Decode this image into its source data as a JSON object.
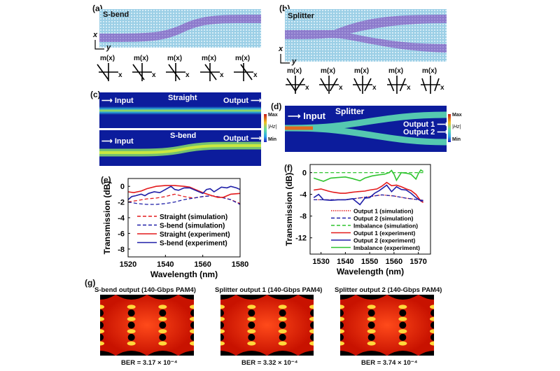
{
  "panels": {
    "a": {
      "label": "(a)",
      "title": "S-bend",
      "axis_x": "x",
      "axis_y": "y"
    },
    "b": {
      "label": "(b)",
      "title": "Splitter",
      "axis_x": "x",
      "axis_y": "y"
    },
    "mode_label": "m(x)",
    "mode_axis": "x",
    "c": {
      "label": "(c)",
      "top_title": "Straight",
      "bottom_title": "S-bend",
      "input": "Input",
      "output": "Output"
    },
    "d": {
      "label": "(d)",
      "title": "Splitter",
      "input": "Input",
      "output1": "Output 1",
      "output2": "Output 2"
    },
    "colorbar": {
      "max": "Max",
      "min": "Min",
      "quantity": "|Hz|"
    },
    "e": {
      "label": "(e)"
    },
    "f": {
      "label": "(f)"
    },
    "g": {
      "label": "(g)",
      "eyes": [
        {
          "title": "S-bend output  (140-Gbps PAM4)",
          "ber": "BER = 3.17 × 10⁻⁴"
        },
        {
          "title": "Splitter output 1 (140-Gbps PAM4)",
          "ber": "BER = 3.32 × 10⁻⁴"
        },
        {
          "title": "Splitter output 2 (140-Gbps PAM4)",
          "ber": "BER = 3.74 × 10⁻⁴"
        }
      ]
    }
  },
  "colors": {
    "red": "#e31a1c",
    "blue": "#1f1fa8",
    "green": "#2fc42f",
    "lattice": "#9ccfe6",
    "waveguide": "#8c7bcc",
    "field_bg": "#0c1c9c"
  },
  "chart_data": [
    {
      "type": "line",
      "xlabel": "Wavelength (nm)",
      "ylabel": "Transmission (dB)",
      "xlim": [
        1520,
        1580
      ],
      "ylim": [
        -9,
        1
      ],
      "xticks": [
        1520,
        1540,
        1560,
        1580
      ],
      "yticks": [
        0,
        -2,
        -4,
        -6,
        -8
      ],
      "legend": "bottom-center",
      "grid": false,
      "series": [
        {
          "name": "Straight (simulation)",
          "color": "#e31a1c",
          "dash": true,
          "x": [
            1520,
            1525,
            1530,
            1535,
            1540,
            1545,
            1550,
            1555,
            1560,
            1565,
            1570,
            1575,
            1580
          ],
          "y": [
            -2.0,
            -1.8,
            -1.6,
            -1.5,
            -1.3,
            -1.0,
            -1.3,
            -1.5,
            -1.3,
            -1.2,
            -1.4,
            -1.7,
            -2.2
          ]
        },
        {
          "name": "S-bend (simulation)",
          "color": "#1f1fa8",
          "dash": true,
          "x": [
            1520,
            1525,
            1530,
            1535,
            1540,
            1545,
            1550,
            1555,
            1560,
            1565,
            1570,
            1575,
            1580
          ],
          "y": [
            -2.0,
            -2.2,
            -2.3,
            -2.3,
            -2.2,
            -2.0,
            -1.7,
            -1.5,
            -1.3,
            -1.2,
            -1.4,
            -1.7,
            -2.3
          ]
        },
        {
          "name": "Straight (experiment)",
          "color": "#e31a1c",
          "dash": false,
          "x": [
            1520,
            1523,
            1527,
            1530,
            1535,
            1540,
            1545,
            1550,
            1553,
            1556,
            1560,
            1565,
            1568,
            1571,
            1575,
            1580
          ],
          "y": [
            -0.7,
            -0.8,
            -0.6,
            -0.3,
            0.0,
            0.1,
            0.1,
            0.0,
            -0.1,
            -0.4,
            -0.8,
            -1.2,
            -1.4,
            -1.4,
            -1.0,
            -0.9
          ]
        },
        {
          "name": "S-bend (experiment)",
          "color": "#1f1fa8",
          "dash": false,
          "x": [
            1520,
            1522,
            1524,
            1527,
            1529,
            1531,
            1534,
            1537,
            1540,
            1543,
            1545,
            1547,
            1550,
            1553,
            1556,
            1560,
            1562,
            1564,
            1566,
            1568,
            1570,
            1573,
            1575,
            1578,
            1580
          ],
          "y": [
            -1.7,
            -1.3,
            -1.2,
            -1.0,
            -1.2,
            -0.9,
            -0.7,
            -0.8,
            -0.4,
            0.0,
            -0.4,
            -0.5,
            -0.2,
            -0.2,
            -0.5,
            -0.9,
            -0.4,
            -0.3,
            -0.7,
            -0.4,
            -0.1,
            -0.2,
            0.0,
            -0.2,
            -0.4
          ]
        }
      ]
    },
    {
      "type": "line",
      "xlabel": "Wavelength (nm)",
      "ylabel": "Transmission (dB)",
      "xlim": [
        1525.5,
        1575
      ],
      "ylim": [
        -15,
        1.5
      ],
      "xticks": [
        1530,
        1540,
        1550,
        1560,
        1570
      ],
      "yticks": [
        0,
        -4,
        -8,
        -12
      ],
      "legend": "bottom-center",
      "grid": false,
      "series": [
        {
          "name": "Output 1 (simulation)",
          "color": "#e31a1c",
          "dash": "dot",
          "x": [
            1527,
            1535,
            1540,
            1547,
            1550,
            1555,
            1560,
            1565,
            1572
          ],
          "y": [
            -5.0,
            -5.0,
            -5.0,
            -4.6,
            -4.4,
            -4.1,
            -4.3,
            -4.7,
            -5.1
          ]
        },
        {
          "name": "Output 2 (simulation)",
          "color": "#1f1fa8",
          "dash": true,
          "x": [
            1527,
            1535,
            1540,
            1547,
            1550,
            1555,
            1560,
            1565,
            1572
          ],
          "y": [
            -5.0,
            -5.0,
            -5.0,
            -4.6,
            -4.4,
            -4.1,
            -4.3,
            -4.7,
            -5.1
          ]
        },
        {
          "name": "Imbalance (simulation)",
          "color": "#2fc42f",
          "dash": true,
          "x": [
            1527,
            1572
          ],
          "y": [
            0,
            0
          ]
        },
        {
          "name": "Output 1 (experiment)",
          "color": "#e31a1c",
          "dash": false,
          "x": [
            1527,
            1530,
            1533,
            1535,
            1538,
            1540,
            1543,
            1545,
            1548,
            1550,
            1553,
            1555,
            1557,
            1559,
            1561,
            1563,
            1565,
            1567,
            1569,
            1571,
            1572
          ],
          "y": [
            -3.2,
            -3.0,
            -3.4,
            -3.6,
            -3.8,
            -3.8,
            -3.6,
            -3.5,
            -3.4,
            -3.2,
            -3.0,
            -2.5,
            -1.8,
            -2.4,
            -2.3,
            -2.6,
            -3.0,
            -3.3,
            -4.0,
            -5.2,
            -5.5
          ]
        },
        {
          "name": "Output 2 (experiment)",
          "color": "#1f1fa8",
          "dash": false,
          "x": [
            1527,
            1529,
            1531,
            1534,
            1537,
            1540,
            1543,
            1546,
            1548,
            1550,
            1552,
            1554,
            1557,
            1559,
            1561,
            1563,
            1565,
            1567,
            1569,
            1571,
            1572
          ],
          "y": [
            -4.6,
            -4.0,
            -5.0,
            -5.1,
            -5.0,
            -5.0,
            -4.8,
            -5.9,
            -4.7,
            -4.6,
            -3.8,
            -3.3,
            -2.3,
            -3.5,
            -2.6,
            -3.1,
            -3.2,
            -3.8,
            -4.6,
            -5.2,
            -5.2
          ]
        },
        {
          "name": "Imbalance (experiment)",
          "color": "#2fc42f",
          "dash": false,
          "x": [
            1527,
            1529,
            1531,
            1534,
            1537,
            1540,
            1543,
            1546,
            1548,
            1551,
            1554,
            1556,
            1558,
            1559,
            1560,
            1561,
            1563,
            1565,
            1567,
            1569,
            1570,
            1571,
            1572
          ],
          "y": [
            -1.0,
            -1.3,
            -1.6,
            -1.0,
            -0.9,
            -0.8,
            -1.1,
            -1.5,
            -1.0,
            -0.6,
            -0.4,
            -0.3,
            0.0,
            0.4,
            -0.3,
            -1.4,
            0.0,
            -0.1,
            -0.3,
            -1.2,
            -0.2,
            0.5,
            0.2
          ]
        }
      ]
    }
  ]
}
